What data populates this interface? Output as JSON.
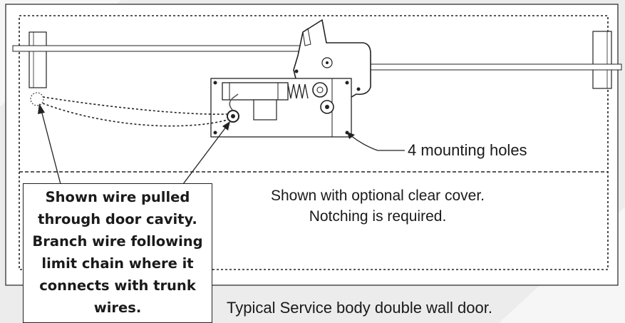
{
  "diagram": {
    "callouts": {
      "mounting_holes": "4 mounting holes",
      "clear_cover": "Shown with optional clear cover.  Notching is required.",
      "wire_path": "Shown wire pulled through door cavity. Branch wire following limit chain where it connects with trunk wires."
    },
    "caption": "Typical Service body double wall door."
  }
}
